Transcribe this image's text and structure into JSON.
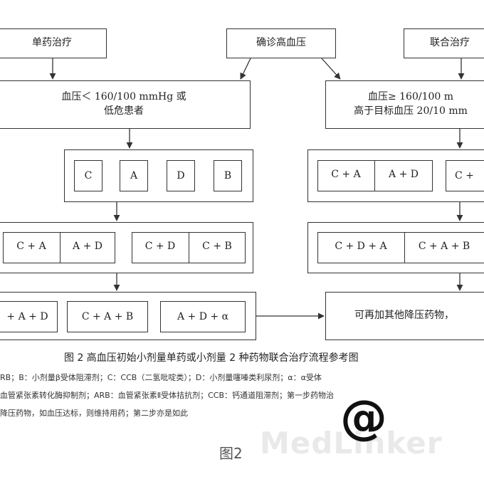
{
  "top": {
    "single": "单药治疗",
    "diagnosis": "确诊高血压",
    "combo": "联合治疗"
  },
  "criteria": {
    "left_line1": "血压＜ 160/100 mmHg 或",
    "left_line2": "低危患者",
    "right_line1": "血压≥ 160/100 m",
    "right_line2": "高于目标血压 20/10 mm"
  },
  "row1_left": [
    "C",
    "A",
    "D",
    "B"
  ],
  "row1_right": [
    "C + A",
    "A + D",
    "C +"
  ],
  "row2_left": [
    "C + A",
    "A + D",
    "C + D",
    "C + B"
  ],
  "row2_right": [
    "C + D + A",
    "C + A + B"
  ],
  "row3_left": [
    "+ A + D",
    "C + A + B",
    "A + D + α"
  ],
  "row3_right": "可再加其他降压药物，",
  "caption": "图 2   高血压初始小剂量单药或小剂量 2 种药物联合治疗流程参考图",
  "notes": [
    "RB；B：小剂量β受体阻滞剂；C：CCB（二氢吡啶类）；D：小剂量噻嗪类利尿剂；α：α受体",
    "血管紧张素转化酶抑制剂；ARB：血管紧张素Ⅱ受体拮抗剂；CCB：钙通道阻滞剂；第一步药物治",
    "降压药物，如血压达标，则维持用药；第二步亦是如此"
  ],
  "figure_label": "图2",
  "watermark": {
    "symbol": "@",
    "text": "MedLinker"
  }
}
